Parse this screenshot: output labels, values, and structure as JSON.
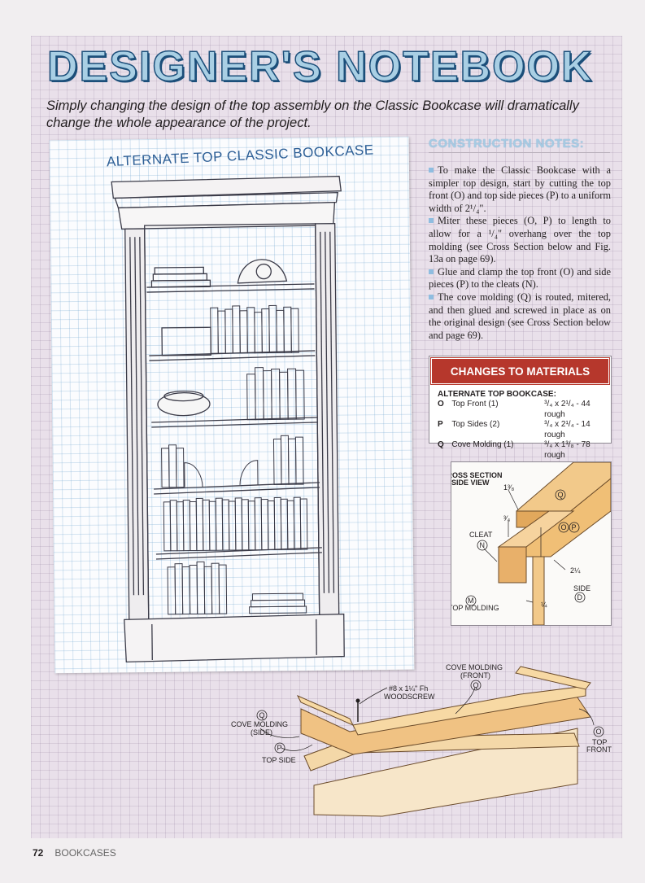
{
  "title": "DESIGNER'S NOTEBOOK",
  "subtitle": "Simply changing the design of the top assembly on the Classic Bookcase will dramatically change the whole appearance of the project.",
  "sketch": {
    "title": "ALTERNATE TOP CLASSIC BOOKCASE"
  },
  "construction": {
    "heading": "CONSTRUCTION NOTES:",
    "notes": [
      "To make the Classic Bookcase with a simpler top design, start by cutting the top front (O) and top side pieces (P) to a uniform width of 2¹/₄\".",
      "Miter these pieces (O, P) to length to allow for a ¹/₄\" overhang over the top molding (see Cross Section below and Fig. 13a on page 69).",
      "Glue and clamp the top front (O) and side pieces (P) to the cleats (N).",
      "The cove molding (Q) is routed, mitered, and then glued and screwed in place as on the original design (see Cross Section below and page 69)."
    ]
  },
  "materials": {
    "heading": "CHANGES TO MATERIALS",
    "subheading": "ALTERNATE TOP BOOKCASE:",
    "rows": [
      {
        "code": "O",
        "name": "Top Front (1)",
        "size": "³/₄ x 2¹/₄ - 44 rough"
      },
      {
        "code": "P",
        "name": "Top Sides (2)",
        "size": "³/₄ x 2¹/₄ - 14 rough"
      },
      {
        "code": "Q",
        "name": "Cove Molding (1)",
        "size": "³/₄ x 1³/₈ - 78 rough"
      }
    ]
  },
  "cross_section": {
    "title1": "CROSS SECTION",
    "title2": "SIDE VIEW",
    "dim_top": "1³⁄₈",
    "dim_mid": "³⁄₄",
    "dim_right": "2¼",
    "dim_bottom": "¼",
    "cleat": "CLEAT",
    "cleat_code": "N",
    "q_code": "Q",
    "o_code": "O",
    "p_code": "P",
    "m_code": "M",
    "top_molding": "TOP MOLDING",
    "side": "SIDE",
    "side_code": "D"
  },
  "assembly": {
    "cove_front_1": "COVE MOLDING",
    "cove_front_2": "(FRONT)",
    "cove_front_code": "Q",
    "screw_1": "#8 x 1¼\" Fh",
    "screw_2": "WOODSCREW",
    "cove_side_code": "Q",
    "cove_side_1": "COVE MOLDING",
    "cove_side_2": "(SIDE)",
    "top_side_code": "P",
    "top_side": "TOP SIDE",
    "top_front_code": "O",
    "top_front_1": "TOP",
    "top_front_2": "FRONT"
  },
  "footer": {
    "page": "72",
    "section": "BOOKCASES"
  }
}
